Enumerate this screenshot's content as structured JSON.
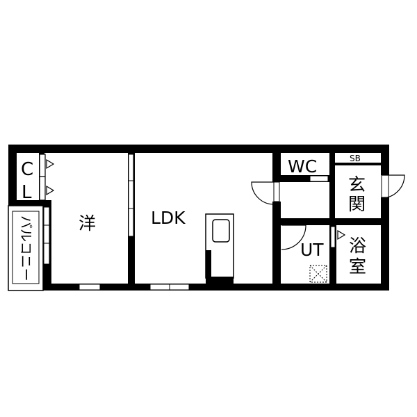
{
  "rooms": {
    "closet": {
      "line1": "C",
      "line2": "L"
    },
    "western_room": {
      "label": "洋"
    },
    "ldk": {
      "label": "LDK"
    },
    "wc": {
      "label": "WC"
    },
    "shoe_box": {
      "label": "SB"
    },
    "entrance": {
      "line1": "玄",
      "line2": "関"
    },
    "utility": {
      "label": "UT"
    },
    "bathroom": {
      "line1": "浴",
      "line2": "室"
    },
    "balcony": {
      "label": "バルコニー"
    }
  },
  "colors": {
    "wall": "#000000",
    "background": "#ffffff"
  }
}
